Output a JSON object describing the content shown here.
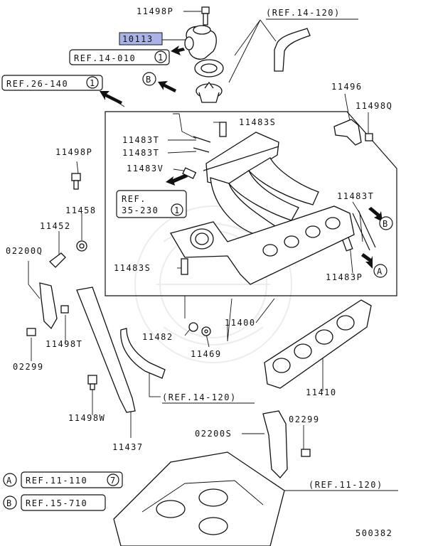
{
  "parts": {
    "p11498P_top": "11498P",
    "p10113": "10113",
    "p11496": "11496",
    "p11498Q": "11498Q",
    "p11483S_top": "11483S",
    "p11483T_a": "11483T",
    "p11483T_b": "11483T",
    "p11483V": "11483V",
    "p11498P_left": "11498P",
    "p11458": "11458",
    "p11452": "11452",
    "p02200Q": "02200Q",
    "p11483T_right": "11483T",
    "p11483S_left": "11483S",
    "p11483P": "11483P",
    "p11498T": "11498T",
    "p11482": "11482",
    "p11469": "11469",
    "p11400": "11400",
    "p02299_left": "02299",
    "p11410": "11410",
    "p11498W": "11498W",
    "p02299_right": "02299",
    "p02200S": "02200S",
    "p11437": "11437"
  },
  "refs": {
    "r14_120_top": "(REF.14-120)",
    "r14_010": "REF.14-010",
    "r14_010_n": "1",
    "r26_140": "REF.26-140",
    "r26_140_n": "1",
    "r35_230_l1": "REF.",
    "r35_230_l2": "35-230",
    "r35_230_n": "1",
    "r14_120_mid": "(REF.14-120)",
    "r11_120": "(REF.11-120)"
  },
  "markers": {
    "a": "A",
    "b": "B"
  },
  "legend": {
    "a_letter": "A",
    "a_ref": "REF.11-110",
    "a_num": "7",
    "b_letter": "B",
    "b_ref": "REF.15-710"
  },
  "figure_code": "500382",
  "colors": {
    "highlight": "#aab3e6",
    "ink": "#111111"
  }
}
